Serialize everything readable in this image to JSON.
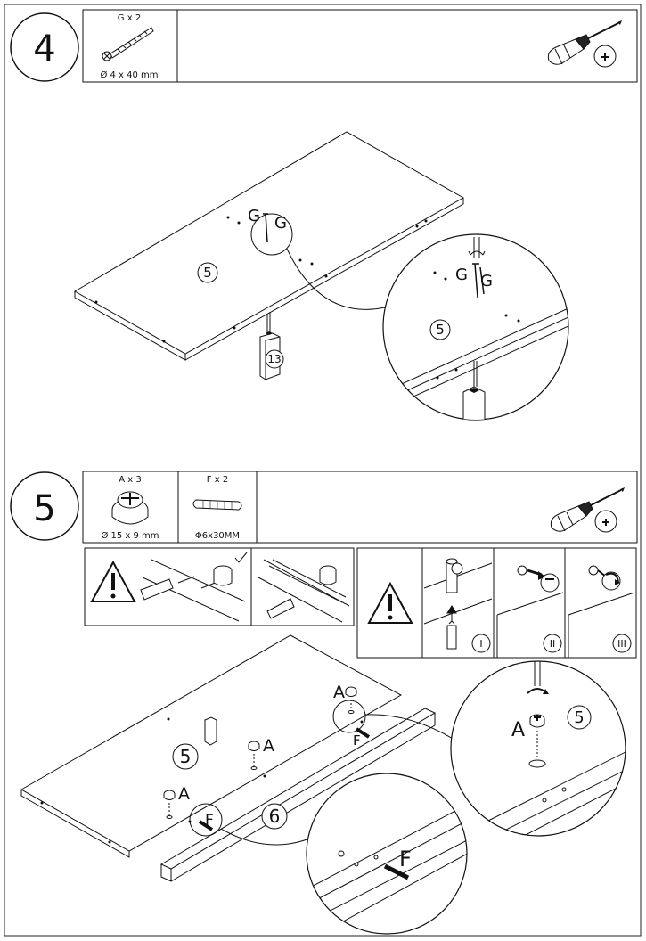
{
  "step4": {
    "number": "4",
    "hardware": {
      "qty": "G x 2",
      "size": "Ø 4 x 40 mm"
    },
    "tool": "screwdriver-icon",
    "labels": {
      "g_left": "G",
      "g_right": "G",
      "panel": "5",
      "leg": "13",
      "zoom_g_left": "G",
      "zoom_g_right": "G",
      "zoom_panel": "5"
    }
  },
  "step5": {
    "number": "5",
    "hardware": [
      {
        "qty": "A x 3",
        "size": "Ø 15 x 9 mm"
      },
      {
        "qty": "F x 2",
        "size": "Φ6x30MM"
      }
    ],
    "tool": "screwdriver-icon",
    "steps": [
      "I",
      "II",
      "III"
    ],
    "labels": {
      "a_top": "A",
      "a_mid": "A",
      "a_left": "A",
      "f_top": "F",
      "f_left": "F",
      "panel": "5",
      "rail": "6",
      "zoom_a": "A",
      "zoom_panel": "5",
      "zoom_f": "F"
    }
  },
  "colors": {
    "line": "#111111",
    "paper": "#ffffff"
  }
}
